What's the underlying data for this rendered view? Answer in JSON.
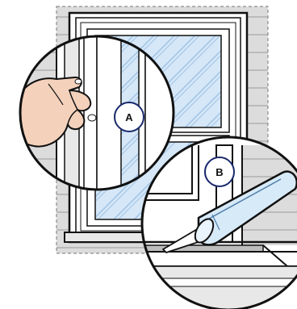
{
  "callouts": [
    {
      "id": "A",
      "label": "A"
    },
    {
      "id": "B",
      "label": "B"
    }
  ],
  "colors": {
    "wall": "#dcdcdc",
    "frame": "#ffffff",
    "glass": "#d6e7f7",
    "glass_streak": "#9fc3e6",
    "outline": "#111111",
    "skin": "#f4d1bb",
    "tube": "#d7eaf8",
    "tube_dark": "#4d7ea8"
  },
  "icons": [
    "hand-icon",
    "caulk-tube-icon"
  ]
}
